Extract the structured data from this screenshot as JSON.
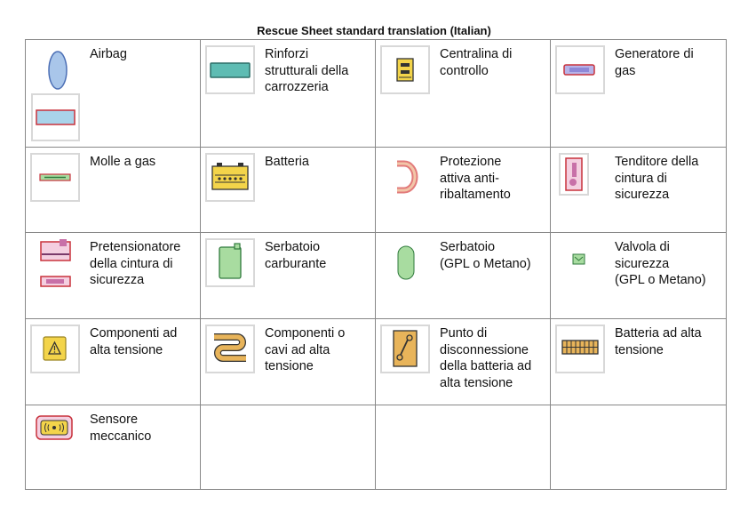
{
  "page": {
    "title": "Rescue Sheet standard translation (Italian)"
  },
  "items": [
    {
      "label": "Airbag",
      "icon": "airbag-icon"
    },
    {
      "label": "Rinforzi\nstrutturali della\ncarrozzeria",
      "icon": "body-reinforcement-icon"
    },
    {
      "label": "Centralina di\ncontrollo",
      "icon": "control-unit-icon"
    },
    {
      "label": "Generatore di\ngas",
      "icon": "gas-generator-icon"
    },
    {
      "label": "Molle a gas",
      "icon": "gas-strut-icon"
    },
    {
      "label": "Batteria",
      "icon": "battery-icon"
    },
    {
      "label": "Protezione\nattiva anti-\nribaltamento",
      "icon": "rollover-protection-icon"
    },
    {
      "label": "Tenditore della\ncintura di\nsicurezza",
      "icon": "seatbelt-tensioner-icon"
    },
    {
      "label": "Pretensionatore\n della cintura di\nsicurezza",
      "icon": "seatbelt-pretensioner-icon"
    },
    {
      "label": "Serbatoio\ncarburante",
      "icon": "fuel-tank-icon"
    },
    {
      "label": "Serbatoio\n (GPL o Metano)",
      "icon": "gas-tank-icon"
    },
    {
      "label": "Valvola di\nsicurezza\n(GPL o Metano)",
      "icon": "safety-valve-icon"
    },
    {
      "label": "Componenti ad\nalta tensione",
      "icon": "high-voltage-component-icon"
    },
    {
      "label": "Componenti o\ncavi ad alta\ntensione",
      "icon": "high-voltage-cable-icon"
    },
    {
      "label": "Punto di\ndisconnessione\ndella batteria ad\nalta  tensione",
      "icon": "hv-disconnect-icon"
    },
    {
      "label": "Batteria ad alta\ntensione",
      "icon": "high-voltage-battery-icon"
    },
    {
      "label": "Sensore\nmeccanico",
      "icon": "mechanical-sensor-icon"
    }
  ],
  "colors": {
    "red_outline": "#c8323c",
    "teal_fill": "#6cc4b8",
    "blue_fill": "#a9c6ea",
    "green_fill": "#a8dca0",
    "yellow_fill": "#f3d44a",
    "orange_fill": "#e8b45a"
  }
}
